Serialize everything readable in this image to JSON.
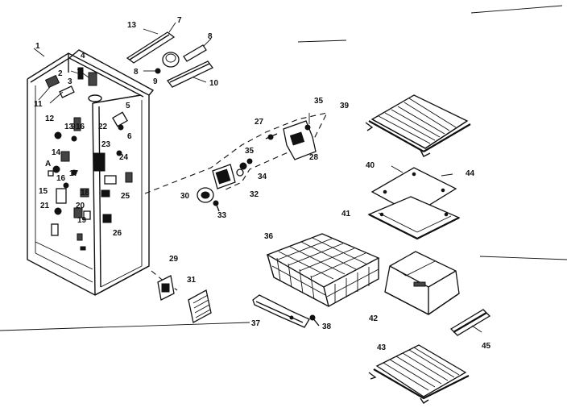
{
  "part_labels": [
    {
      "id": "1",
      "text": "1"
    },
    {
      "id": "2",
      "text": "2"
    },
    {
      "id": "3",
      "text": "3"
    },
    {
      "id": "4",
      "text": "4"
    },
    {
      "id": "5",
      "text": "5"
    },
    {
      "id": "6",
      "text": "6"
    },
    {
      "id": "7",
      "text": "7"
    },
    {
      "id": "8",
      "text": "8"
    },
    {
      "id": "8b",
      "text": "8"
    },
    {
      "id": "9",
      "text": "9"
    },
    {
      "id": "9b",
      "text": "9"
    },
    {
      "id": "10",
      "text": "10"
    },
    {
      "id": "11",
      "text": "11"
    },
    {
      "id": "12",
      "text": "12"
    },
    {
      "id": "13",
      "text": "13"
    },
    {
      "id": "13b",
      "text": "13"
    },
    {
      "id": "14",
      "text": "14"
    },
    {
      "id": "15",
      "text": "15"
    },
    {
      "id": "16",
      "text": "16"
    },
    {
      "id": "16b",
      "text": "16"
    },
    {
      "id": "17",
      "text": "17"
    },
    {
      "id": "18",
      "text": "18"
    },
    {
      "id": "19",
      "text": "19"
    },
    {
      "id": "20",
      "text": "20"
    },
    {
      "id": "21",
      "text": "21"
    },
    {
      "id": "22",
      "text": "22"
    },
    {
      "id": "23",
      "text": "23"
    },
    {
      "id": "24",
      "text": "24"
    },
    {
      "id": "25",
      "text": "25"
    },
    {
      "id": "26",
      "text": "26"
    },
    {
      "id": "27",
      "text": "27"
    },
    {
      "id": "28",
      "text": "28"
    },
    {
      "id": "29",
      "text": "29"
    },
    {
      "id": "30",
      "text": "30"
    },
    {
      "id": "31",
      "text": "31"
    },
    {
      "id": "32",
      "text": "32"
    },
    {
      "id": "33",
      "text": "33"
    },
    {
      "id": "34",
      "text": "34"
    },
    {
      "id": "35",
      "text": "35"
    },
    {
      "id": "35b",
      "text": "35"
    },
    {
      "id": "36",
      "text": "36"
    },
    {
      "id": "37",
      "text": "37"
    },
    {
      "id": "38",
      "text": "38"
    },
    {
      "id": "39",
      "text": "39"
    },
    {
      "id": "40",
      "text": "40"
    },
    {
      "id": "41",
      "text": "41"
    },
    {
      "id": "42",
      "text": "42"
    },
    {
      "id": "43",
      "text": "43"
    },
    {
      "id": "44",
      "text": "44"
    },
    {
      "id": "45",
      "text": "45"
    },
    {
      "id": "A",
      "text": "A"
    }
  ]
}
